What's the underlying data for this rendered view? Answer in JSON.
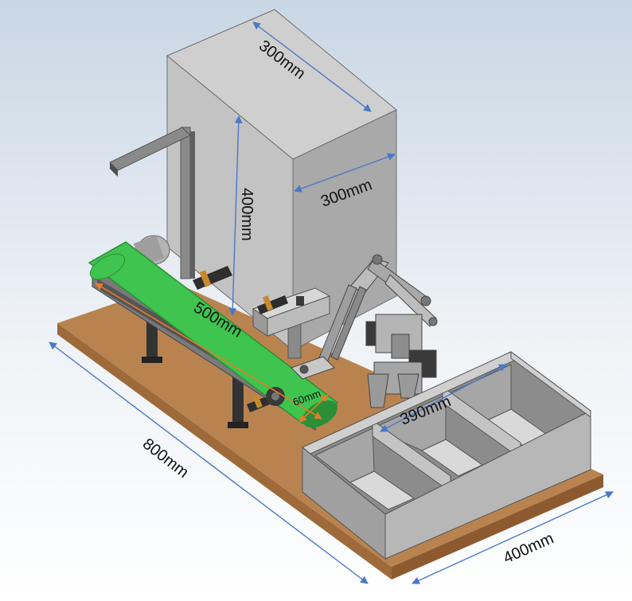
{
  "colors": {
    "background_top": "#c9d6e4",
    "background_bottom": "#ffffff",
    "wood_top": "#b9834f",
    "wood_side": "#8d5a2f",
    "cabinet_front": "#c3c3c3",
    "cabinet_side": "#a9a9a9",
    "cabinet_top": "#cfcfcf",
    "belt": "#3ec44f",
    "belt_dark": "#2a8f37",
    "bin_gray": "#b7b7b7",
    "bin_dark": "#8c8c8c",
    "dimension_line": "#4a78c8",
    "belt_dimension": "#e87a2a",
    "metal": "#9a9a9a",
    "dark_metal": "#3a3a3a"
  },
  "icons": {
    "cabinet": "cabinet-box-icon",
    "conveyor": "conveyor-belt-icon",
    "robot": "delta-robot-arm-icon",
    "bins": "sorting-bins-icon"
  },
  "dimensions": {
    "cabinet_top_depth": "300mm",
    "cabinet_top_width": "300mm",
    "cabinet_height": "400mm",
    "conveyor_length": "500mm",
    "conveyor_width": "60mm",
    "bin_length": "390mm",
    "base_length": "800mm",
    "base_width": "400mm"
  }
}
